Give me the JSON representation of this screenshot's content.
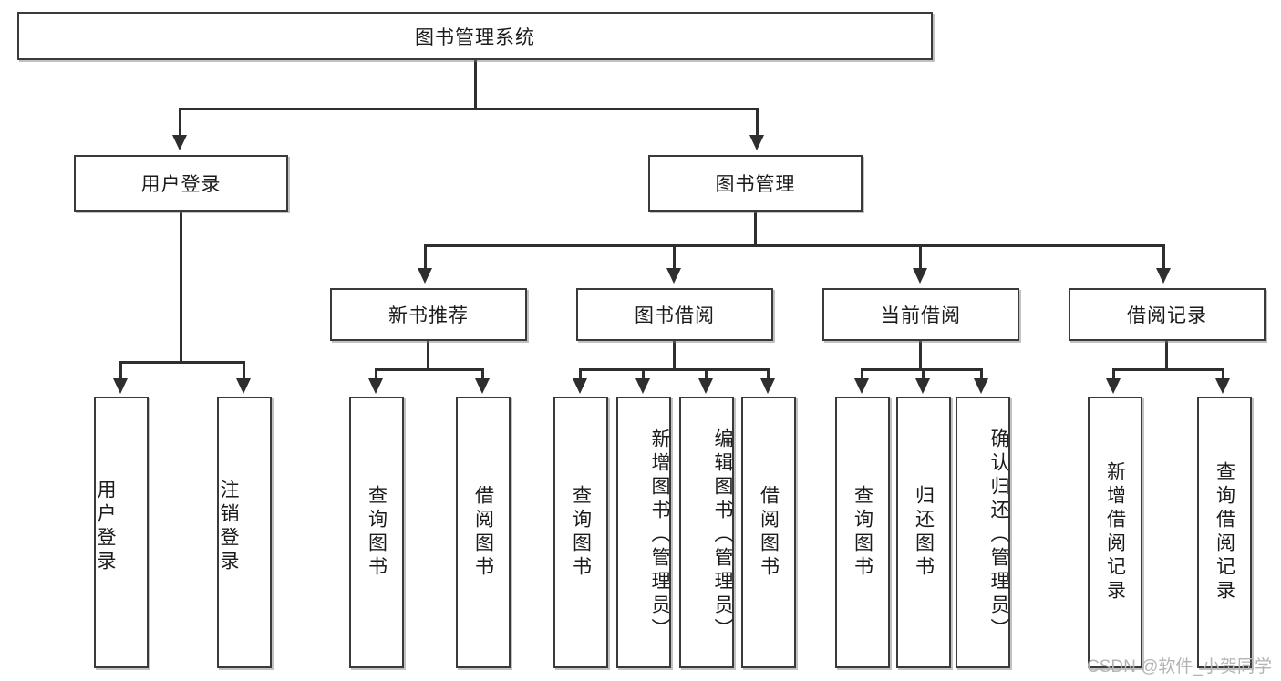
{
  "diagram": {
    "type": "tree-hierarchy",
    "title": "图书管理系统",
    "watermark": "CSDN @软件_小贺同学",
    "colors": {
      "box_border": "#3a3a3a",
      "connector": "#2e2e2e",
      "background": "#ffffff",
      "text": "#1b1b1b",
      "watermark": "#b4b4b4"
    },
    "root": {
      "label": "图书管理系统"
    },
    "level1": [
      {
        "id": "user-login",
        "label": "用户登录"
      },
      {
        "id": "book-management",
        "label": "图书管理"
      }
    ],
    "level2": [
      {
        "id": "new-book-recommend",
        "label": "新书推荐",
        "parent": "book-management"
      },
      {
        "id": "book-borrow",
        "label": "图书借阅",
        "parent": "book-management"
      },
      {
        "id": "current-borrow",
        "label": "当前借阅",
        "parent": "book-management"
      },
      {
        "id": "borrow-record",
        "label": "借阅记录",
        "parent": "book-management"
      }
    ],
    "leaves": {
      "user_login": [
        {
          "id": "leaf-user-login",
          "label": "用户登录"
        },
        {
          "id": "leaf-logout-login",
          "label": "注销登录"
        }
      ],
      "new_book_recommend": [
        {
          "id": "leaf-query-book-1",
          "label": "查询图书"
        },
        {
          "id": "leaf-borrow-book-1",
          "label": "借阅图书"
        }
      ],
      "book_borrow": [
        {
          "id": "leaf-query-book-2",
          "label": "查询图书"
        },
        {
          "id": "leaf-add-book",
          "label": "新增图书（管理员）"
        },
        {
          "id": "leaf-edit-book",
          "label": "编辑图书（管理员）"
        },
        {
          "id": "leaf-borrow-book-2",
          "label": "借阅图书"
        }
      ],
      "current_borrow": [
        {
          "id": "leaf-query-book-3",
          "label": "查询图书"
        },
        {
          "id": "leaf-return-book",
          "label": "归还图书"
        },
        {
          "id": "leaf-confirm-return",
          "label": "确认归还（管理员）"
        }
      ],
      "borrow_record": [
        {
          "id": "leaf-add-borrow-record",
          "label": "新增借阅记录"
        },
        {
          "id": "leaf-query-borrow-record",
          "label": "查询借阅记录"
        }
      ]
    }
  }
}
